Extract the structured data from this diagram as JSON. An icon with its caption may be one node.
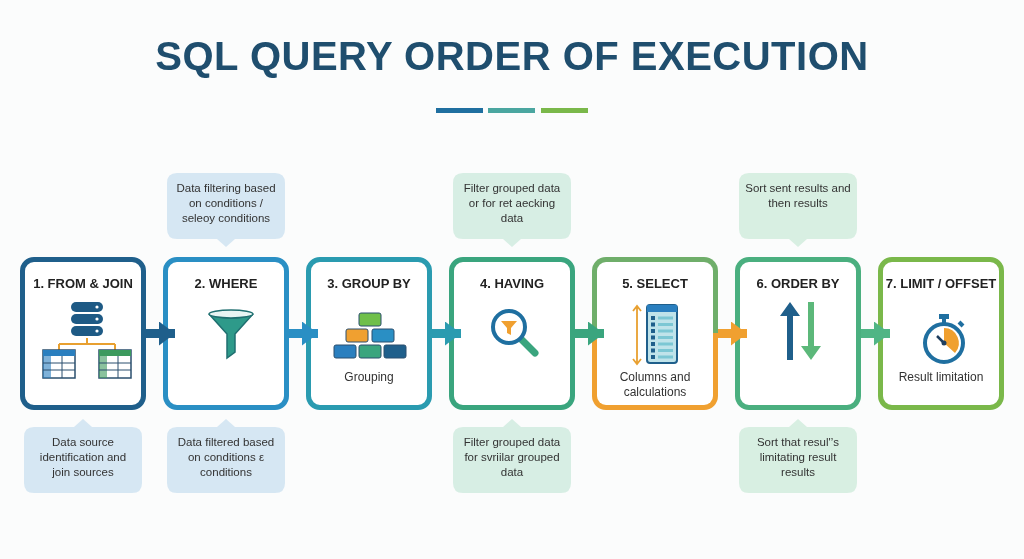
{
  "diagram": {
    "title": "SQL QUERY ORDER OF EXECUTION",
    "nodes": [
      {
        "text": [
          "Data filtering based on conditions / seleoy conditions"
        ]
      },
      {
        "text": [
          "Filter grouped data or for ret aecking data"
        ]
      },
      {
        "text": [
          "Sort sent results and then results"
        ]
      },
      {
        "text": [
          "1. FROM & JOIN"
        ]
      },
      {
        "text": [
          "2. WHERE"
        ]
      },
      {
        "text": [
          "3. GROUP BY",
          "Grouping"
        ]
      },
      {
        "text": [
          "4. HAVING"
        ]
      },
      {
        "text": [
          "5. SELECT",
          "Columns and calculations"
        ]
      },
      {
        "text": [
          "6. ORDER BY"
        ]
      },
      {
        "text": [
          "7. LIMIT / OFFSET",
          "Result limitation"
        ]
      },
      {
        "text": [
          "Data source identification and join sources"
        ]
      },
      {
        "text": [
          "Data filtered based on conditions ε conditions"
        ]
      },
      {
        "text": [
          "Filter grouped data for svriilar grouped data"
        ]
      },
      {
        "text": [
          "Sort that resul'ʼs limitating result results"
        ]
      }
    ],
    "edges": [
      {
        "from": 3,
        "to": 4,
        "arrow": "to",
        "color": "#1f5f8b"
      },
      {
        "from": 4,
        "to": 5,
        "arrow": "to",
        "color": "#2a8fc4"
      },
      {
        "from": 5,
        "to": 6,
        "arrow": "to",
        "color": "#2a9bb0"
      },
      {
        "from": 6,
        "to": 7,
        "arrow": "to",
        "color": "#3aa57e"
      },
      {
        "from": 7,
        "to": 8,
        "arrow": "to",
        "color": "#f0a030"
      },
      {
        "from": 8,
        "to": 9,
        "arrow": "to",
        "color": "#4fb585"
      }
    ]
  }
}
